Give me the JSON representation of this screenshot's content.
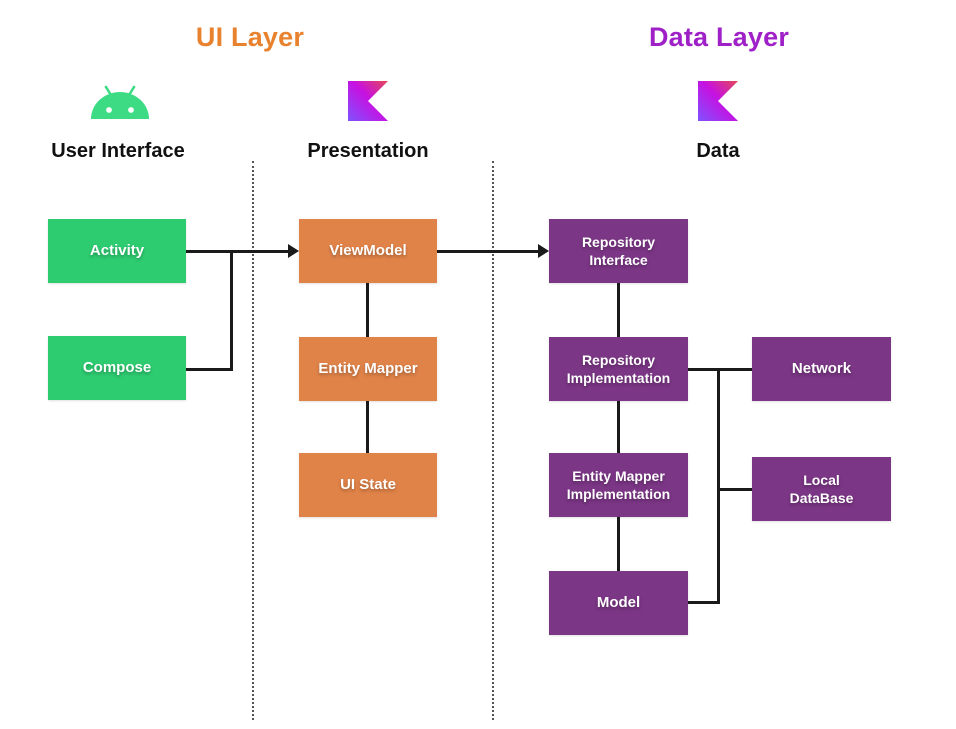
{
  "titles": {
    "ui_layer": "UI Layer",
    "data_layer": "Data Layer"
  },
  "columns": {
    "user_interface": {
      "header": "User Interface",
      "icon": "android-robot"
    },
    "presentation": {
      "header": "Presentation",
      "icon": "kotlin-logo"
    },
    "data": {
      "header": "Data",
      "icon": "kotlin-logo"
    }
  },
  "boxes": {
    "activity": {
      "lines": [
        "Activity"
      ]
    },
    "compose": {
      "lines": [
        "Compose"
      ]
    },
    "viewmodel": {
      "lines": [
        "ViewModel"
      ]
    },
    "entity_mapper": {
      "lines": [
        "Entity Mapper"
      ]
    },
    "ui_state": {
      "lines": [
        "UI State"
      ]
    },
    "repository_interface": {
      "lines": [
        "Repository",
        "Interface"
      ]
    },
    "repository_implementation": {
      "lines": [
        "Repository",
        "Implementation"
      ]
    },
    "entity_mapper_implementation": {
      "lines": [
        "Entity Mapper",
        "Implementation"
      ]
    },
    "model": {
      "lines": [
        "Model"
      ]
    },
    "network": {
      "lines": [
        "Network"
      ]
    },
    "local_database": {
      "lines": [
        "Local",
        "DataBase"
      ]
    }
  },
  "colors": {
    "ui_layer_title": "#E8822F",
    "data_layer_title": "#A020C8",
    "ui_box_green": "#2ECC71",
    "presentation_box_orange": "#E08349",
    "data_box_purple": "#7B3685",
    "android_green": "#3DDC84",
    "kotlin_gradient": [
      "#E44857",
      "#C711E1",
      "#7F52FF"
    ],
    "connector_black": "#1A1A1A"
  }
}
